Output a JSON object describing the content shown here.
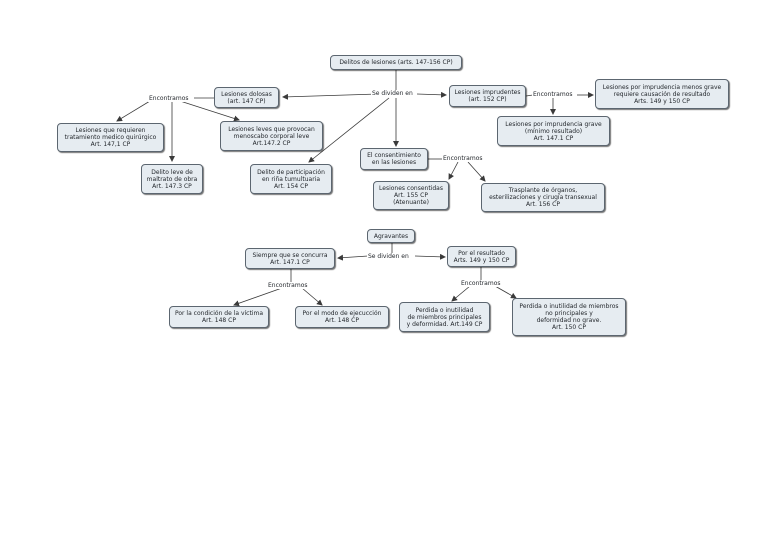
{
  "nodes": {
    "root": "Delitos de lesiones (arts. 147-156 CP)",
    "dolosas": "Lesiones dolosas\n(art. 147 CP)",
    "imprudentes": "Lesiones imprudentes\n(art. 152 CP)",
    "impr_menos_grave": "Lesiones por imprudencia menos grave\nrequiere causación de resultado\nArts. 149 y 150 CP",
    "impr_grave": "Lesiones por imprudencia grave\n(mínimo resultado)\nArt. 147.1 CP",
    "tratamiento": "Lesiones que requieren\ntratamiento medico quirúrgico\nArt. 147,1 CP",
    "leves": "Lesiones leves que provocan\nmenoscabo corporal leve\nArt.147.2 CP",
    "maltrato": "Delito leve de\nmaltrato de obra\nArt. 147.3 CP",
    "rina": "Delito de participación\nen riña tumultuaria\nArt. 154 CP",
    "consentimiento": "El consentimiento\nen las lesiones",
    "consentidas": "Lesiones consentidas\nArt. 155 CP\n(Atenuante)",
    "trasplante": "Trasplante de órganos,\nesterilizaciones y cirugía transexual\nArt. 156 CP",
    "agravantes": "Agravantes",
    "siempre": "Siempre que se concurra\nArt. 147.1 CP",
    "resultado": "Por el resultado\nArts. 149 y 150 CP",
    "victima": "Por la condición de la víctima\nArt. 148 CP",
    "modo": "Por el modo de ejecucción\nArt. 148 CP",
    "perdida_principal": "Perdida  o inutilidad\nde miembros principales\ny deformidad. Art.149 CP",
    "perdida_no_principal": "Perdida o inutilidad de miembros\nno principales y\ndeformidad no grave.\nArt. 150 CP"
  },
  "links": {
    "se_dividen_1": "Se dividen en",
    "encontramos_dolosas": "Encontramos",
    "encontramos_impr": "Encontramos",
    "encontramos_consent": "Encontramos",
    "se_dividen_2": "Se dividen en",
    "encontramos_siempre": "Encontramos",
    "encontramos_resultado": "Encontramos"
  },
  "colors": {
    "node_fill": "#e6ecf1",
    "node_border": "#5c6670",
    "line": "#3a3a3a"
  }
}
